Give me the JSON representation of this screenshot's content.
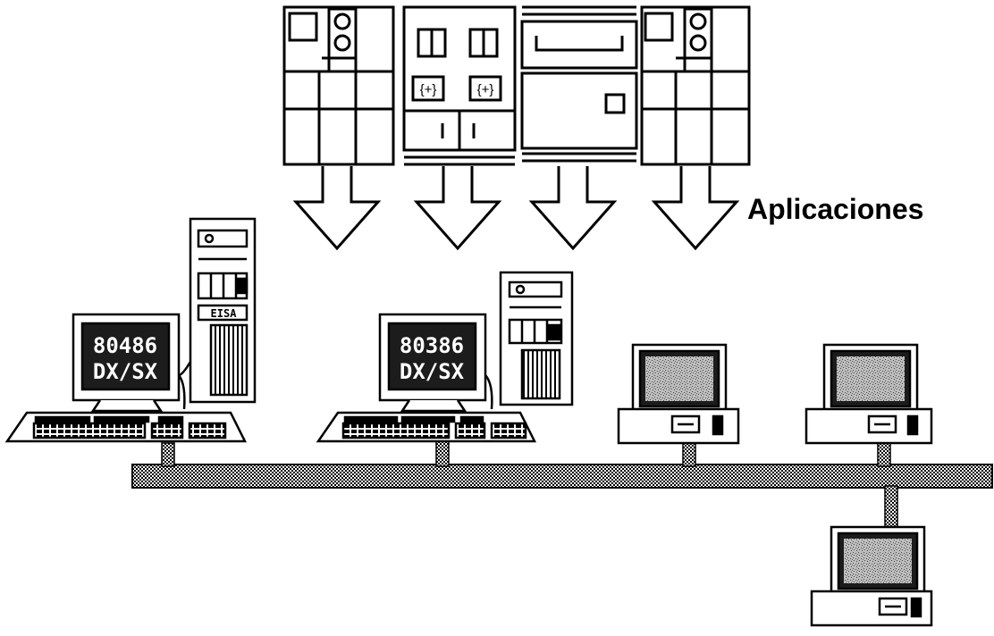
{
  "diagram": {
    "caption": "Aplicaciones",
    "workstation_1": {
      "cpu_line1": "80486",
      "cpu_line2": "DX/SX",
      "bus_badge": "EISA"
    },
    "workstation_2": {
      "cpu_line1": "80386",
      "cpu_line2": "DX/SX"
    },
    "colors": {
      "line": "#000000",
      "background": "#ffffff",
      "network_bus": "#6e6e6e",
      "screen": "#1c1c1c",
      "terminal_screen": "#9a9a9a"
    }
  }
}
